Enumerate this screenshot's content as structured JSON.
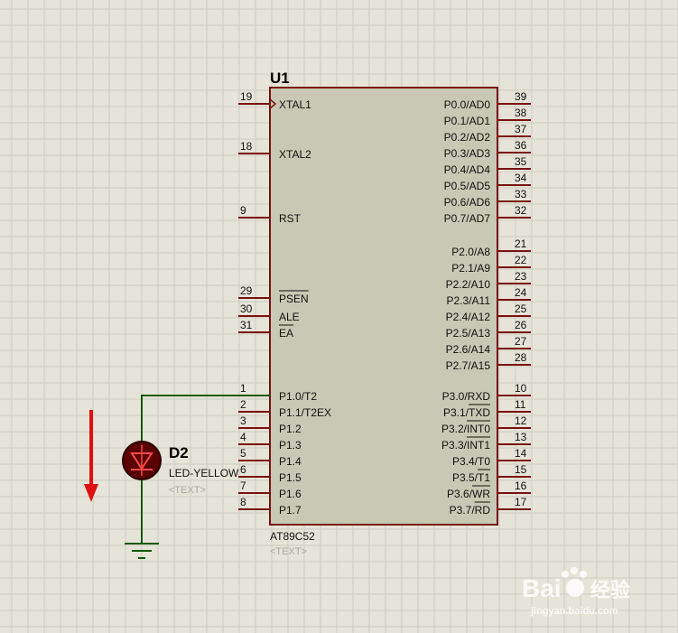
{
  "chip": {
    "ref": "U1",
    "part": "AT89C52",
    "text_placeholder": "<TEXT>",
    "left_pins": [
      {
        "num": "19",
        "label": "XTAL1",
        "clock": true
      },
      {
        "num": "18",
        "label": "XTAL2"
      },
      {
        "num": "9",
        "label": "RST"
      },
      {
        "num": "29",
        "label": "PSEN",
        "overbar": true
      },
      {
        "num": "30",
        "label": "ALE"
      },
      {
        "num": "31",
        "label": "EA",
        "overbar": true
      },
      {
        "num": "1",
        "label": "P1.0/T2"
      },
      {
        "num": "2",
        "label": "P1.1/T2EX"
      },
      {
        "num": "3",
        "label": "P1.2"
      },
      {
        "num": "4",
        "label": "P1.3"
      },
      {
        "num": "5",
        "label": "P1.4"
      },
      {
        "num": "6",
        "label": "P1.5"
      },
      {
        "num": "7",
        "label": "P1.6"
      },
      {
        "num": "8",
        "label": "P1.7"
      }
    ],
    "right_pins": [
      {
        "num": "39",
        "label": "P0.0/AD0"
      },
      {
        "num": "38",
        "label": "P0.1/AD1"
      },
      {
        "num": "37",
        "label": "P0.2/AD2"
      },
      {
        "num": "36",
        "label": "P0.3/AD3"
      },
      {
        "num": "35",
        "label": "P0.4/AD4"
      },
      {
        "num": "34",
        "label": "P0.5/AD5"
      },
      {
        "num": "33",
        "label": "P0.6/AD6"
      },
      {
        "num": "32",
        "label": "P0.7/AD7"
      },
      {
        "num": "21",
        "label": "P2.0/A8"
      },
      {
        "num": "22",
        "label": "P2.1/A9"
      },
      {
        "num": "23",
        "label": "P2.2/A10"
      },
      {
        "num": "24",
        "label": "P2.3/A11"
      },
      {
        "num": "25",
        "label": "P2.4/A12"
      },
      {
        "num": "26",
        "label": "P2.5/A13"
      },
      {
        "num": "27",
        "label": "P2.6/A14"
      },
      {
        "num": "28",
        "label": "P2.7/A15"
      },
      {
        "num": "10",
        "label": "P3.0/RXD"
      },
      {
        "num": "11",
        "label": "P3.1/TXD",
        "bar_part": "TXD"
      },
      {
        "num": "12",
        "label": "P3.2/INT0",
        "bar_part": "INT0"
      },
      {
        "num": "13",
        "label": "P3.3/INT1",
        "bar_part": "INT1"
      },
      {
        "num": "14",
        "label": "P3.4/T0"
      },
      {
        "num": "15",
        "label": "P3.5/T1",
        "bar_part": "T1"
      },
      {
        "num": "16",
        "label": "P3.6/WR",
        "bar_part": "WR"
      },
      {
        "num": "17",
        "label": "P3.7/RD",
        "bar_part": "RD"
      }
    ]
  },
  "led": {
    "ref": "D2",
    "part": "LED-YELLOW",
    "text_placeholder": "<TEXT>"
  },
  "watermark": {
    "brand": "Bai",
    "brand_cn": "经验",
    "url": "jingyan.baidu.com"
  },
  "colors": {
    "background": "#e6e4d8",
    "grid": "#cfcdc0",
    "chip_body": "#c8c8b4",
    "chip_outline": "#7a1010",
    "wire": "#0a5a0a",
    "led_fill": "#5a0000",
    "arrow": "#e01010"
  }
}
